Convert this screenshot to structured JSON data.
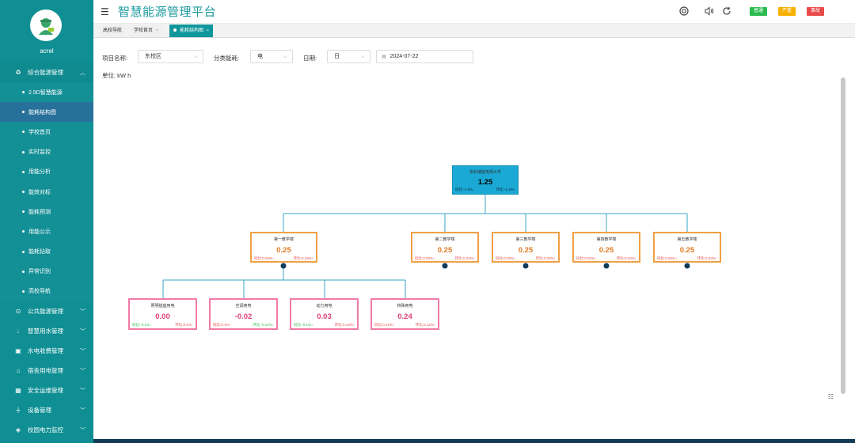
{
  "sidebar": {
    "username": "acrel",
    "groups": [
      {
        "label": "综合能源管理",
        "icon": "recycle-icon",
        "open": true
      },
      {
        "label": "公共能源管理",
        "icon": "coin-icon"
      },
      {
        "label": "智慧用水管理",
        "icon": "drop-icon"
      },
      {
        "label": "水电收费管理",
        "icon": "billing-icon"
      },
      {
        "label": "宿舍用电管理",
        "icon": "home-icon"
      },
      {
        "label": "安全运维管理",
        "icon": "grid-icon"
      },
      {
        "label": "设备管理",
        "icon": "plug-icon"
      },
      {
        "label": "校园电力监控",
        "icon": "monitor-icon"
      }
    ],
    "sub_items": [
      "2.5D智慧能源",
      "能耗结构图",
      "学校首页",
      "实时监控",
      "用能分析",
      "能效对标",
      "能耗预测",
      "用能公示",
      "能耗钻取",
      "异常识别",
      "高校导航"
    ],
    "active_sub": "能耗结构图"
  },
  "header": {
    "title": "智慧能源管理平台",
    "badges": [
      {
        "label": "普通",
        "color": "#2bbb4f"
      },
      {
        "label": "严重",
        "color": "#f5b000"
      },
      {
        "label": "事故",
        "color": "#e94a4a"
      }
    ]
  },
  "tabs": [
    {
      "label": "高校导航"
    },
    {
      "label": "学校首页"
    },
    {
      "label": "能耗结构图"
    }
  ],
  "filters": {
    "project_label": "项目名称:",
    "project_value": "东校区",
    "category_label": "分类能耗:",
    "category_value": "电",
    "date_label": "日期:",
    "date_mode": "日",
    "date_value": "2024-07-22"
  },
  "unit": "单位:  kW h",
  "tree": {
    "root": {
      "name": "安科瑞能电网大学",
      "value": "1.25",
      "yoy": "同比:-1.3%↓",
      "mom": "环比:-1.3%↓"
    },
    "level1": [
      {
        "name": "第一教学楼",
        "value": "0.25",
        "yoy": "同比:0.02%↑",
        "mom": "环比:0.23%↑"
      },
      {
        "name": "第二教学楼",
        "value": "0.25",
        "yoy": "同比:0.02%↑",
        "mom": "环比:0.23%↑"
      },
      {
        "name": "第三教学楼",
        "value": "0.25",
        "yoy": "同比:0.02%↑",
        "mom": "环比:0.23%↑"
      },
      {
        "name": "第四教学楼",
        "value": "0.25",
        "yoy": "同比:0.02%↑",
        "mom": "环比:0.23%↑"
      },
      {
        "name": "第五教学楼",
        "value": "0.25",
        "yoy": "同比:0.02%↑",
        "mom": "环比:0.23%↑"
      }
    ],
    "level2": [
      {
        "name": "照明插座用电",
        "value": "0.00",
        "yoy": "同比:-0.1%↓",
        "mom": "环比:0.1%↑"
      },
      {
        "name": "空调用电",
        "value": "-0.02",
        "yoy": "同比:0.1%↑",
        "mom": "环比:-0.12%↓"
      },
      {
        "name": "动力用电",
        "value": "0.03",
        "yoy": "同比:-0.1%↓",
        "mom": "环比:0.13%↑"
      },
      {
        "name": "特殊用电",
        "value": "0.24",
        "yoy": "同比:0.12%↑",
        "mom": "环比:0.12%↑"
      }
    ],
    "colors": {
      "root_bg": "#1aa9d4",
      "level1_border": "#f0a044",
      "level1_value": "#e07a20",
      "level2_border": "#f07aa8",
      "level2_value": "#e0407a",
      "line": "#3aa6c6",
      "up": "#e94a4a",
      "down": "#2bbb4f"
    }
  }
}
